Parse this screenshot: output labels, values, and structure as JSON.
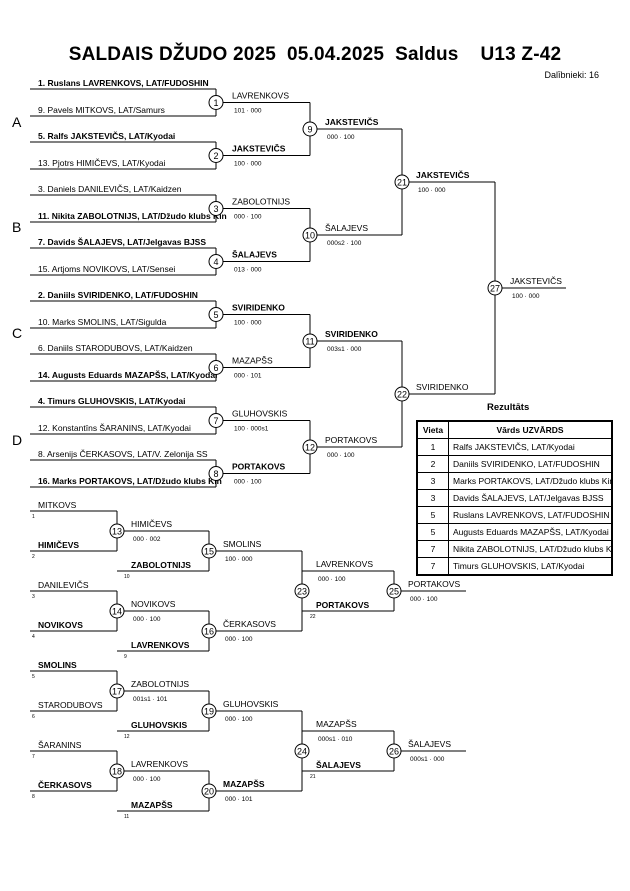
{
  "header": {
    "title": "SALDAIS DŽUDO 2025  05.04.2025  Saldus    U13 Z-42",
    "participants": "Dalībnieki: 16"
  },
  "pool_labels": [
    "A",
    "B",
    "C",
    "D"
  ],
  "main_entries": [
    {
      "text": "1. Ruslans LAVRENKOVS, LAT/FUDOSHIN",
      "bold": true
    },
    {
      "text": "9. Pavels MITKOVS, LAT/Samurs",
      "bold": false
    },
    {
      "text": "5. Ralfs JAKSTEVIČS, LAT/Kyodai",
      "bold": true
    },
    {
      "text": "13. Pjotrs HIMIČEVS, LAT/Kyodai",
      "bold": false
    },
    {
      "text": "3. Daniels DANILEVIČS, LAT/Kaidzen",
      "bold": false
    },
    {
      "text": "11. Nikita ZABOLOTNIJS, LAT/Džudo klubs Kin",
      "bold": true
    },
    {
      "text": "7. Davids ŠALAJEVS, LAT/Jelgavas BJSS",
      "bold": true
    },
    {
      "text": "15. Artjoms NOVIKOVS, LAT/Sensei",
      "bold": false
    },
    {
      "text": "2. Daniils SVIRIDENKO, LAT/FUDOSHIN",
      "bold": true
    },
    {
      "text": "10. Marks SMOLINS, LAT/Sigulda",
      "bold": false
    },
    {
      "text": "6. Daniils STARODUBOVS, LAT/Kaidzen",
      "bold": false
    },
    {
      "text": "14. Augusts Eduards MAZAPŠS, LAT/Kyodai",
      "bold": true
    },
    {
      "text": "4. Timurs GLUHOVSKIS, LAT/Kyodai",
      "bold": true
    },
    {
      "text": "12. Konstantīns ŠARANINS, LAT/Kyodai",
      "bold": false
    },
    {
      "text": "8. Arsenijs ČERKASOVS, LAT/V. Zelonija SS",
      "bold": false
    },
    {
      "text": "16. Marks PORTAKOVS, LAT/Džudo klubs Kin",
      "bold": true
    }
  ],
  "main_matches": [
    {
      "num": "1",
      "winner": "LAVRENKOVS",
      "score": "101 · 000"
    },
    {
      "num": "2",
      "winner": "JAKSTEVIČS",
      "score": "100 · 000"
    },
    {
      "num": "3",
      "winner": "ZABOLOTNIJS",
      "score": "000 · 100"
    },
    {
      "num": "4",
      "winner": "ŠALAJEVS",
      "score": "013 · 000"
    },
    {
      "num": "5",
      "winner": "SVIRIDENKO",
      "score": "100 · 000"
    },
    {
      "num": "6",
      "winner": "MAZAPŠS",
      "score": "000 · 101"
    },
    {
      "num": "7",
      "winner": "GLUHOVSKIS",
      "score": "100 · 000s1"
    },
    {
      "num": "8",
      "winner": "PORTAKOVS",
      "score": "000 · 100"
    },
    {
      "num": "9",
      "winner": "JAKSTEVIČS",
      "score": "000 · 100"
    },
    {
      "num": "10",
      "winner": "ŠALAJEVS",
      "score": "000s2 · 100"
    },
    {
      "num": "11",
      "winner": "SVIRIDENKO",
      "score": "003s1 · 000"
    },
    {
      "num": "12",
      "winner": "PORTAKOVS",
      "score": "000 · 100"
    },
    {
      "num": "21",
      "winner": "JAKSTEVIČS",
      "score": "100 · 000"
    },
    {
      "num": "22",
      "winner": "SVIRIDENKO",
      "score": ""
    },
    {
      "num": "27",
      "winner": "JAKSTEVIČS",
      "score": "100 · 000"
    }
  ],
  "rep_entries": [
    {
      "text": "MITKOVS",
      "bold": false,
      "seed": "1"
    },
    {
      "text": "HIMIČEVS",
      "bold": true,
      "seed": "2"
    },
    {
      "text": "DANILEVIČS",
      "bold": false,
      "seed": "3"
    },
    {
      "text": "NOVIKOVS",
      "bold": true,
      "seed": "4"
    },
    {
      "text": "SMOLINS",
      "bold": true,
      "seed": "5"
    },
    {
      "text": "STARODUBOVS",
      "bold": false,
      "seed": "6"
    },
    {
      "text": "ŠARANINS",
      "bold": false,
      "seed": "7"
    },
    {
      "text": "ČERKASOVS",
      "bold": true,
      "seed": "8"
    }
  ],
  "rep_feeds": [
    {
      "text": "ZABOLOTNIJS",
      "seed": "10"
    },
    {
      "text": "LAVRENKOVS",
      "seed": "9"
    },
    {
      "text": "GLUHOVSKIS",
      "seed": "12"
    },
    {
      "text": "MAZAPŠS",
      "seed": "11"
    },
    {
      "text": "PORTAKOVS",
      "seed": "22"
    },
    {
      "text": "ŠALAJEVS",
      "seed": "21"
    }
  ],
  "rep_matches": [
    {
      "num": "13",
      "winner": "HIMIČEVS",
      "score": "000 · 002"
    },
    {
      "num": "14",
      "winner": "NOVIKOVS",
      "score": "000 · 100"
    },
    {
      "num": "15",
      "winner": "SMOLINS",
      "score": "100 · 000"
    },
    {
      "num": "16",
      "winner": "ČERKASOVS",
      "score": "000 · 100"
    },
    {
      "num": "17",
      "winner": "ZABOLOTNIJS",
      "score": "001s1 · 101"
    },
    {
      "num": "18",
      "winner": "LAVRENKOVS",
      "score": "000 · 100"
    },
    {
      "num": "19",
      "winner": "GLUHOVSKIS",
      "score": "000 · 100"
    },
    {
      "num": "20",
      "winner": "MAZAPŠS",
      "score": "000 · 101"
    },
    {
      "num": "23",
      "winner": "LAVRENKOVS",
      "score": "000 · 100"
    },
    {
      "num": "24",
      "winner": "MAZAPŠS",
      "score": "000s1 · 010"
    },
    {
      "num": "25",
      "winner": "PORTAKOVS",
      "score": "000 · 100"
    },
    {
      "num": "26",
      "winner": "ŠALAJEVS",
      "score": "000s1 · 000"
    }
  ],
  "results": {
    "title": "Rezultāts",
    "col_place": "Vieta",
    "col_name": "Vārds UZVĀRDS",
    "rows": [
      {
        "place": "1",
        "name": "Ralfs JAKSTEVIČS, LAT/Kyodai"
      },
      {
        "place": "2",
        "name": "Daniils SVIRIDENKO, LAT/FUDOSHIN"
      },
      {
        "place": "3",
        "name": "Marks PORTAKOVS, LAT/Džudo klubs Kin"
      },
      {
        "place": "3",
        "name": "Davids ŠALAJEVS, LAT/Jelgavas BJSS"
      },
      {
        "place": "5",
        "name": "Ruslans LAVRENKOVS, LAT/FUDOSHIN"
      },
      {
        "place": "5",
        "name": "Augusts Eduards MAZAPŠS, LAT/Kyodai"
      },
      {
        "place": "7",
        "name": "Nikita ZABOLOTNIJS, LAT/Džudo klubs Kin"
      },
      {
        "place": "7",
        "name": "Timurs GLUHOVSKIS, LAT/Kyodai"
      }
    ]
  }
}
